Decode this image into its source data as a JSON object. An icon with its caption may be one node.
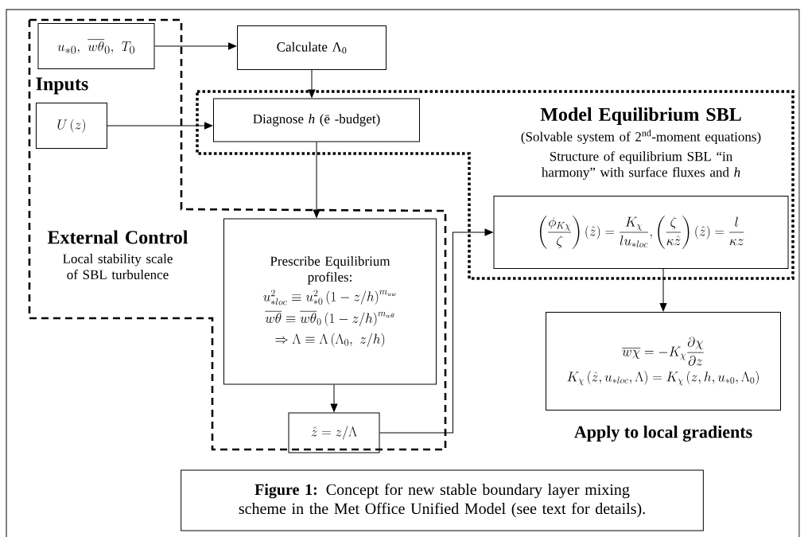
{
  "diagram": {
    "caption": "**Figure 1:** Concept for new stable boundary layer mixing scheme in the Met Office Unified Model (see text for details).",
    "nodes": [
      {
        "text": [
          "Inputs",
          "External Control",
          "Local stability scale of SBL turbulence"
        ]
      },
      {
        "text": [
          "u_{*0},\\ \\overline{w\\theta}_0,\\ T_0"
        ],
        "in": 0
      },
      {
        "text": [
          "U\\left(z\\right)"
        ],
        "in": 0
      },
      {
        "text": [
          "Calculate Λ$_{0}$"
        ]
      },
      {
        "text": [
          "Model Equilibrium SBL",
          "(Solvable system of 2$^{nd}$-moment equations)",
          "Structure of equilibrium SBL “in harmony” with surface fluxes and *h*"
        ]
      },
      {
        "text": [
          "Diagnose *h* (ē -budget)"
        ],
        "in": 4
      },
      {
        "text": [
          "Prescribe Equilibrium profiles:",
          "u_{*loc}^2 \\equiv u_{*0}^2\\left(1-z/h\\right)^{m_{uw}}",
          "\\overline{w\\theta} \\equiv \\overline{w\\theta}_0\\left(1-z/h\\right)^{m_{w\\theta}}",
          "\\Rightarrow \\Lambda \\equiv \\Lambda\\left(\\Lambda_0,\\ z/h\\right)"
        ],
        "in": 0
      },
      {
        "text": [
          "\\hat{z} = z/\\Lambda"
        ],
        "in": 0
      },
      {
        "text": [
          "\\left(\\frac{\\phi_{K\\chi}}{\\zeta}\\right)\\left(\\hat{z}\\right) = \\frac{K_\\chi}{l u_{*loc}}, \\left(\\frac{\\zeta}{\\kappa\\hat{z}}\\right)\\left(\\hat{z}\\right) = \\frac{l}{\\kappa z}"
        ],
        "in": 4
      },
      {
        "text": [
          "\\overline{w\\chi} = -K_\\chi\\frac{\\partial\\chi}{\\partial z}",
          "K_\\chi\\left(\\hat{z}, u_{*loc}, \\Lambda\\right) = K_\\chi\\left(z, h, u_{*0}, \\Lambda_0\\right)"
        ],
        "beside": [
          "Apply to local gradients"
        ]
      }
    ],
    "edges": [
      {
        "from": 1,
        "to": 3,
        "arrow": "to"
      },
      {
        "from": 2,
        "to": 5,
        "arrow": "to"
      },
      {
        "from": 3,
        "to": 5,
        "arrow": "to"
      },
      {
        "from": 5,
        "to": 6,
        "arrow": "to"
      },
      {
        "from": 6,
        "to": 7,
        "arrow": "to"
      },
      {
        "from": 7,
        "to": 8,
        "arrow": "to"
      },
      {
        "from": 8,
        "to": 9,
        "arrow": "to"
      }
    ]
  }
}
